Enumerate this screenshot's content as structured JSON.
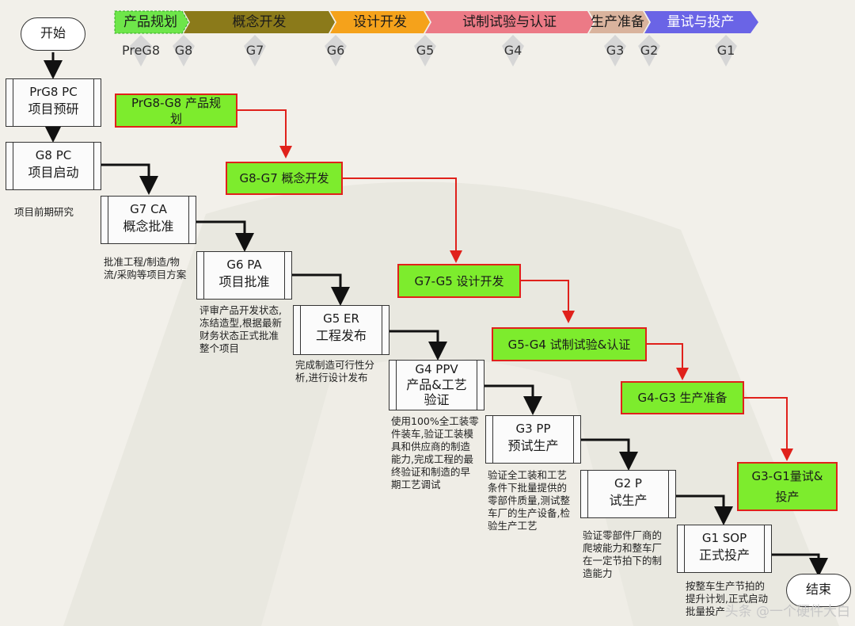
{
  "phases": [
    {
      "label": "产品规划",
      "color": "#6ee64a"
    },
    {
      "label": "概念开发",
      "color": "#8b7a1a"
    },
    {
      "label": "设计开发",
      "color": "#f5a21b"
    },
    {
      "label": "试制试验与认证",
      "color": "#ec7a86"
    },
    {
      "label": "生产准备",
      "color": "#d9b39d"
    },
    {
      "label": "量试与投产",
      "color": "#6a64e6"
    }
  ],
  "gates": [
    "PreG8",
    "G8",
    "G7",
    "G6",
    "G5",
    "G4",
    "G3",
    "G2",
    "G1"
  ],
  "start_label": "开始",
  "end_label": "结束",
  "process": [
    {
      "code": "PrG8  PC",
      "title": "项目预研"
    },
    {
      "code": "G8  PC",
      "title": "项目启动"
    },
    {
      "code": "G7  CA",
      "title": "概念批准"
    },
    {
      "code": "G6  PA",
      "title": "项目批准"
    },
    {
      "code": "G5  ER",
      "title": "工程发布"
    },
    {
      "code": "G4  PPV",
      "title": "产品&工艺",
      "title2": "验证"
    },
    {
      "code": "G3  PP",
      "title": "预试生产"
    },
    {
      "code": "G2  P",
      "title": "试生产"
    },
    {
      "code": "G1  SOP",
      "title": "正式投产"
    }
  ],
  "notes": [
    "项目前期研究",
    "批准工程/制造/物流/采购等项目方案",
    "评审产品开发状态,冻结造型,根据最新财务状态正式批准整个项目",
    "完成制造可行性分析,进行设计发布",
    "使用100%全工装零件装车,验证工装模具和供应商的制造能力,完成工程的最终验证和制造的早期工艺调试",
    "验证全工装和工艺条件下批量提供的零部件质量,测试整车厂的生产设备,检验生产工艺",
    "验证零部件厂商的爬坡能力和整车厂在一定节拍下的制造能力",
    "按整车生产节拍的提升计划,正式启动批量投产"
  ],
  "green_boxes": [
    "PrG8-G8 产品规划",
    "G8-G7 概念开发",
    "G7-G5 设计开发",
    "G5-G4 试制试验&认证",
    "G4-G3 生产准备",
    "G3-G1量试&",
    "投产"
  ],
  "watermark": "头条 @一个硬件大白"
}
